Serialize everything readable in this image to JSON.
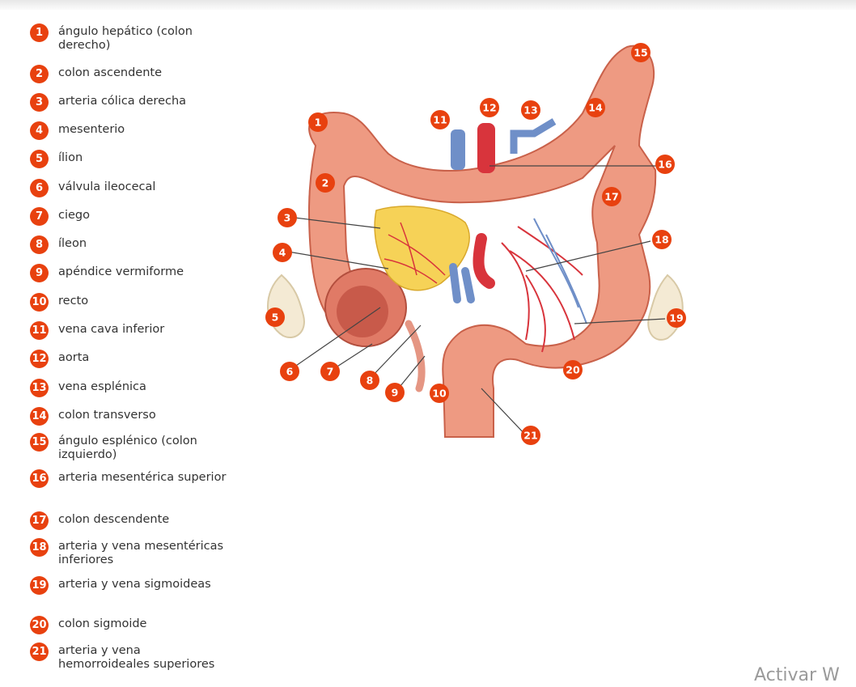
{
  "legend": [
    {
      "num": "1",
      "label": "ángulo hepático (colon derecho)"
    },
    {
      "num": "2",
      "label": "colon ascendente"
    },
    {
      "num": "3",
      "label": "arteria cólica derecha"
    },
    {
      "num": "4",
      "label": "mesenterio"
    },
    {
      "num": "5",
      "label": "ílion"
    },
    {
      "num": "6",
      "label": "válvula ileocecal"
    },
    {
      "num": "7",
      "label": "ciego"
    },
    {
      "num": "8",
      "label": "íleon"
    },
    {
      "num": "9",
      "label": "apéndice vermiforme"
    },
    {
      "num": "10",
      "label": "recto"
    },
    {
      "num": "11",
      "label": "vena cava inferior"
    },
    {
      "num": "12",
      "label": "aorta"
    },
    {
      "num": "13",
      "label": "vena esplénica"
    },
    {
      "num": "14",
      "label": "colon transverso"
    },
    {
      "num": "15",
      "label": "ángulo esplénico (colon izquierdo)"
    },
    {
      "num": "16",
      "label": "arteria mesentérica superior"
    },
    {
      "num": "17",
      "label": "colon descendente"
    },
    {
      "num": "18",
      "label": "arteria y vena mesentéricas inferiores"
    },
    {
      "num": "19",
      "label": "arteria y vena sigmoideas"
    },
    {
      "num": "20",
      "label": "colon sigmoide"
    },
    {
      "num": "21",
      "label": "arteria y vena hemorroideales superiores"
    }
  ],
  "markers": [
    "1",
    "2",
    "3",
    "4",
    "5",
    "6",
    "7",
    "8",
    "9",
    "10",
    "11",
    "12",
    "13",
    "14",
    "15",
    "16",
    "17",
    "18",
    "19",
    "20",
    "21"
  ],
  "colors": {
    "badge": "#e8410f",
    "colon": "#ee9a82",
    "artery": "#d8343c",
    "vein": "#6f8fc8",
    "fat": "#f2c23a"
  },
  "watermark": "Activar W"
}
